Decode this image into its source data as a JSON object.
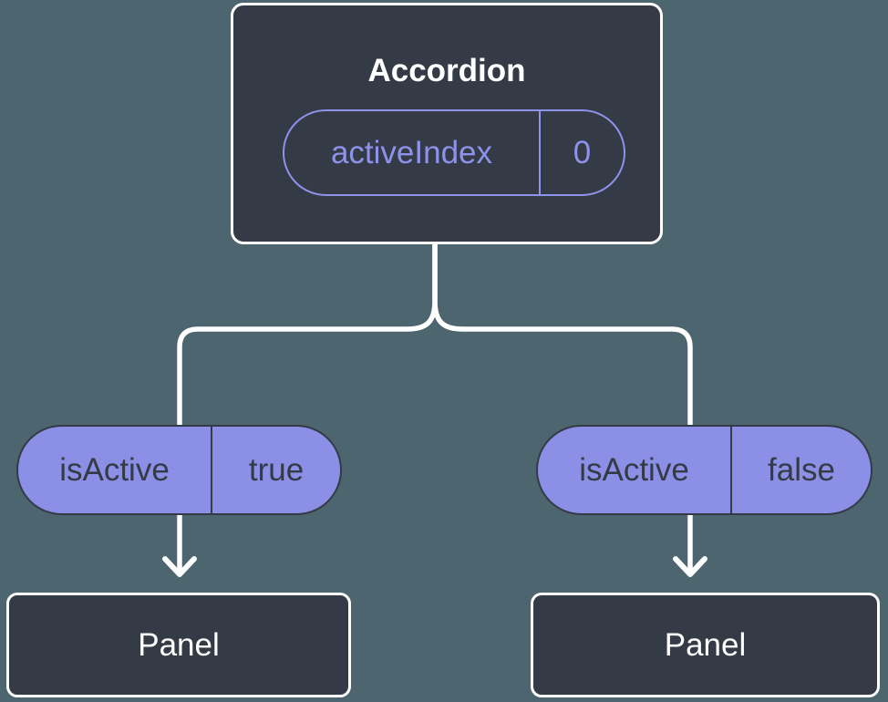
{
  "colors": {
    "background": "#4d656e",
    "node-fill": "#343a46",
    "node-border": "#ffffff",
    "pill-fill": "#8b90e6",
    "pill-stroke": "#8d92ea",
    "dark-text": "#343a46",
    "light-text": "#ffffff",
    "connector": "#ffffff"
  },
  "diagram": {
    "root": {
      "title": "Accordion",
      "state": {
        "name": "activeIndex",
        "value": "0"
      }
    },
    "children": [
      {
        "prop": {
          "name": "isActive",
          "value": "true"
        },
        "panel_label": "Panel"
      },
      {
        "prop": {
          "name": "isActive",
          "value": "false"
        },
        "panel_label": "Panel"
      }
    ]
  }
}
